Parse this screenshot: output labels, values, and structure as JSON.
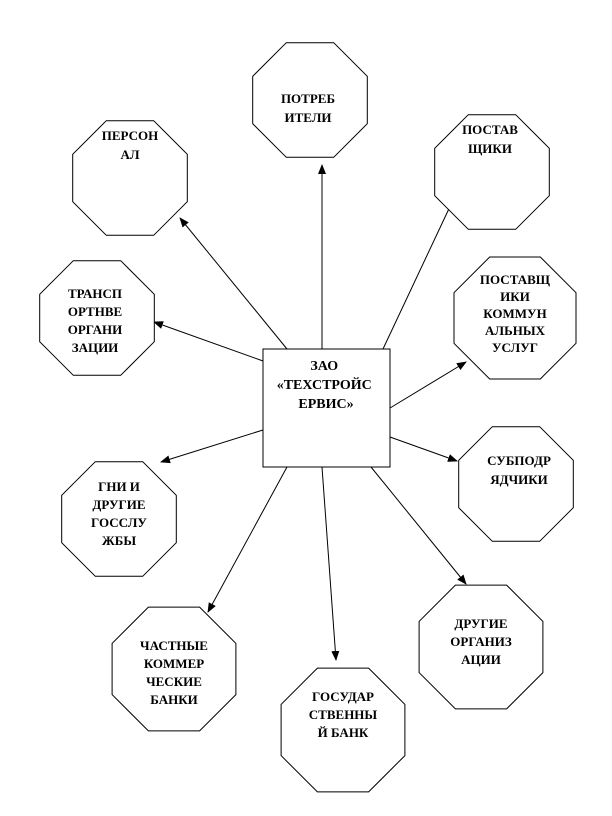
{
  "center": {
    "lines": [
      "ЗАО",
      "«ТЕХСТРОЙС",
      "ЕРВИС»"
    ]
  },
  "nodes": [
    {
      "id": "consumers",
      "lines": [
        "ПОТРЕБ",
        "ИТЕЛИ"
      ]
    },
    {
      "id": "personnel",
      "lines": [
        "ПЕРСОН",
        "АЛ"
      ]
    },
    {
      "id": "suppliers",
      "lines": [
        "ПОСТАВ",
        "ЩИКИ"
      ]
    },
    {
      "id": "transport",
      "lines": [
        "ТРАНСП",
        "ОРТНВЕ",
        "ОРГАНИ",
        "ЗАЦИИ"
      ]
    },
    {
      "id": "utilities",
      "lines": [
        "ПОСТАВЩ",
        "ИКИ",
        "КОММУН",
        "АЛЬНЫХ",
        "УСЛУГ"
      ]
    },
    {
      "id": "gni",
      "lines": [
        "ГНИ И",
        "ДРУГИЕ",
        "ГОССЛУ",
        "ЖБЫ"
      ]
    },
    {
      "id": "subcontractors",
      "lines": [
        "СУБПОДР",
        "ЯДЧИКИ"
      ]
    },
    {
      "id": "private-banks",
      "lines": [
        "ЧАСТНЫЕ",
        "КОММЕР",
        "ЧЕСКИЕ",
        "БАНКИ"
      ]
    },
    {
      "id": "state-bank",
      "lines": [
        "ГОСУДАР",
        "СТВЕННЫ",
        "Й БАНК"
      ]
    },
    {
      "id": "other-orgs",
      "lines": [
        "ДРУГИЕ",
        "ОРГАНИЗ",
        "АЦИИ"
      ]
    }
  ]
}
